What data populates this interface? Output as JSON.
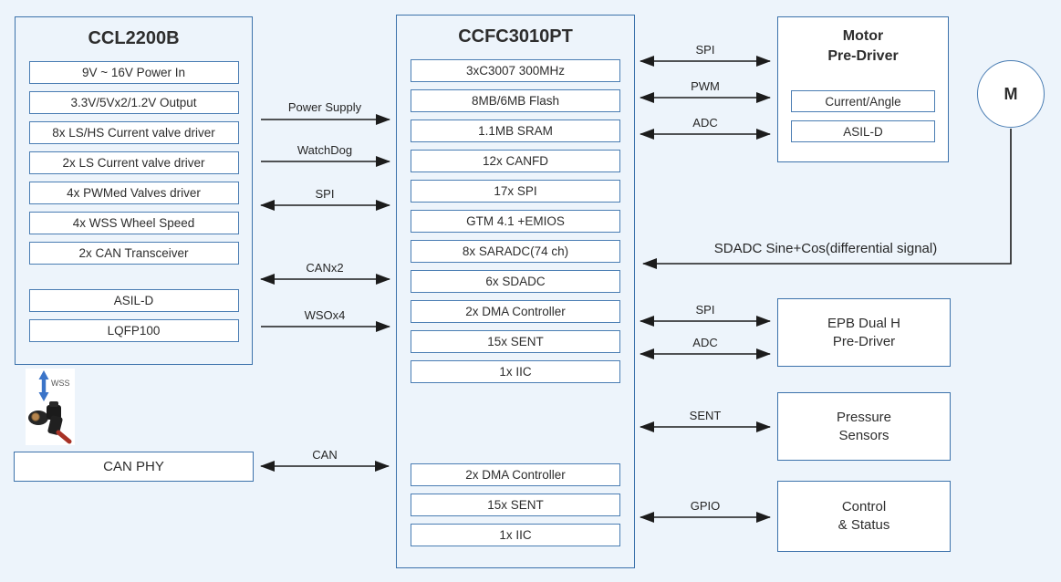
{
  "diagram": {
    "left_panel": {
      "title": "CCL2200B",
      "items": [
        "9V ~ 16V Power In",
        "3.3V/5Vx2/1.2V Output",
        "8x LS/HS Current valve driver",
        "2x LS Current valve driver",
        "4x PWMed Valves driver",
        "4x WSS Wheel Speed",
        "2x CAN Transceiver"
      ],
      "items2": [
        "ASIL-D",
        "LQFP100"
      ]
    },
    "mid_panel": {
      "title": "CCFC3010PT",
      "items": [
        "3xC3007 300MHz",
        "8MB/6MB Flash",
        "1.1MB SRAM",
        "12x CANFD",
        "17x SPI",
        "GTM 4.1 +EMIOS",
        "8x SARADC(74 ch)",
        "6x SDADC",
        "2x DMA Controller",
        "15x SENT",
        "1x IIC"
      ],
      "items2": [
        "2x DMA Controller",
        "15x SENT",
        "1x IIC"
      ]
    },
    "motor_box": {
      "title1": "Motor",
      "title2": "Pre-Driver",
      "items": [
        "Current/Angle",
        "ASIL-D"
      ]
    },
    "motor_symbol": "M",
    "epb_box": {
      "line1": "EPB Dual H",
      "line2": "Pre-Driver"
    },
    "pressure_box": {
      "line1": "Pressure",
      "line2": "Sensors"
    },
    "control_box": {
      "line1": "Control",
      "line2": "& Status"
    },
    "can_phy": "CAN PHY",
    "wss_label": "WSS",
    "connections": [
      {
        "label": "Power Supply",
        "direction": "right"
      },
      {
        "label": "WatchDog",
        "direction": "right"
      },
      {
        "label": "SPI",
        "direction": "both"
      },
      {
        "label": "CANx2",
        "direction": "both"
      },
      {
        "label": "WSOx4",
        "direction": "right"
      },
      {
        "label": "CAN",
        "direction": "both"
      },
      {
        "label": "SPI",
        "direction": "both"
      },
      {
        "label": "PWM",
        "direction": "both"
      },
      {
        "label": "ADC",
        "direction": "both"
      },
      {
        "label": "SDADC Sine+Cos(differential signal)",
        "direction": "left"
      },
      {
        "label": "SPI",
        "direction": "both"
      },
      {
        "label": "ADC",
        "direction": "both"
      },
      {
        "label": "SENT",
        "direction": "both"
      },
      {
        "label": "GPIO",
        "direction": "both"
      }
    ],
    "colors": {
      "background": "#edf4fb",
      "border_blue": "#3c72ab",
      "cell_border_blue": "#4a7db3",
      "arrow_black": "#1c1c1c",
      "text": "#2d2d2d",
      "wss_arrow_blue": "#3b74c8",
      "cell_bg": "#ffffff"
    }
  }
}
